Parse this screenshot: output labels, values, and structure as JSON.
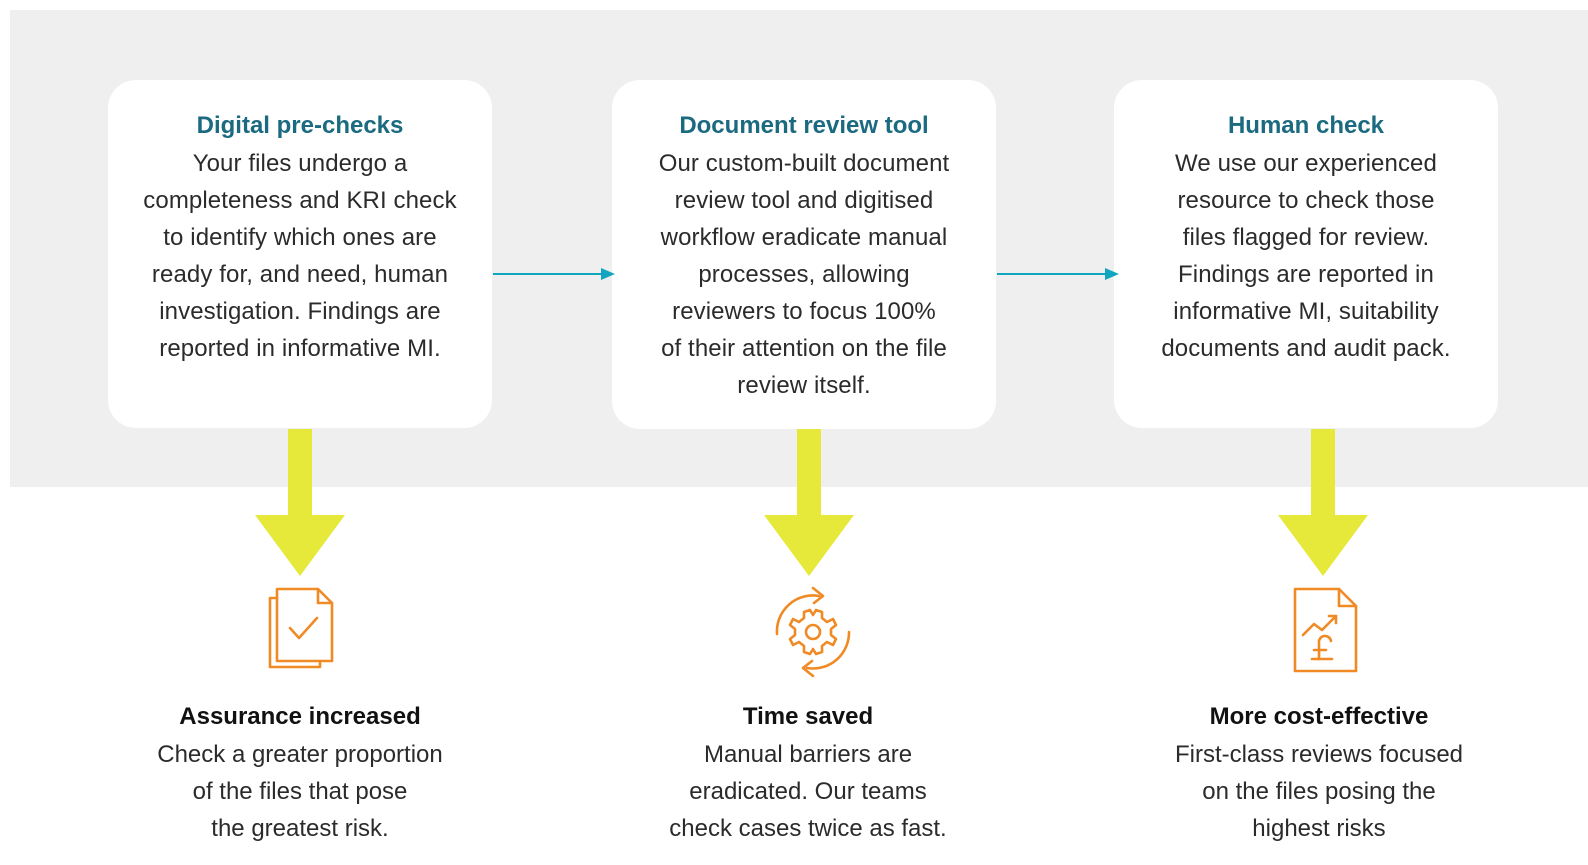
{
  "colors": {
    "band_background": "#efefef",
    "card_background": "#ffffff",
    "title_teal": "#1b6a80",
    "connector_cyan": "#12a5bf",
    "arrow_yellow": "#e6e83a",
    "icon_orange": "#f08a24"
  },
  "steps": [
    {
      "title": "Digital pre-checks",
      "lines": [
        "Your files undergo a",
        "completeness and KRI check",
        "to identify which ones are",
        "ready for, and need, human",
        "investigation. Findings are",
        "reported in informative MI."
      ]
    },
    {
      "title": "Document review tool",
      "lines": [
        "Our custom-built document",
        "review tool and digitised",
        "workflow eradicate manual",
        "processes, allowing",
        "reviewers to focus 100%",
        "of their attention on the file",
        "review itself."
      ]
    },
    {
      "title": "Human check",
      "lines": [
        "We use our experienced",
        "resource to check those",
        "files flagged for review.",
        "Findings are reported in",
        "informative MI, suitability",
        "documents and audit pack."
      ]
    }
  ],
  "outcomes": [
    {
      "icon": "document-check-icon",
      "title": "Assurance increased",
      "lines": [
        "Check a greater proportion",
        "of the files that pose",
        "the greatest risk."
      ]
    },
    {
      "icon": "gear-cycle-icon",
      "title": "Time saved",
      "lines": [
        "Manual barriers are",
        "eradicated. Our teams",
        "check cases twice as fast."
      ]
    },
    {
      "icon": "pound-chart-document-icon",
      "title": "More cost-effective",
      "lines": [
        "First-class reviews focused",
        "on the files posing the",
        "highest risks"
      ]
    }
  ]
}
